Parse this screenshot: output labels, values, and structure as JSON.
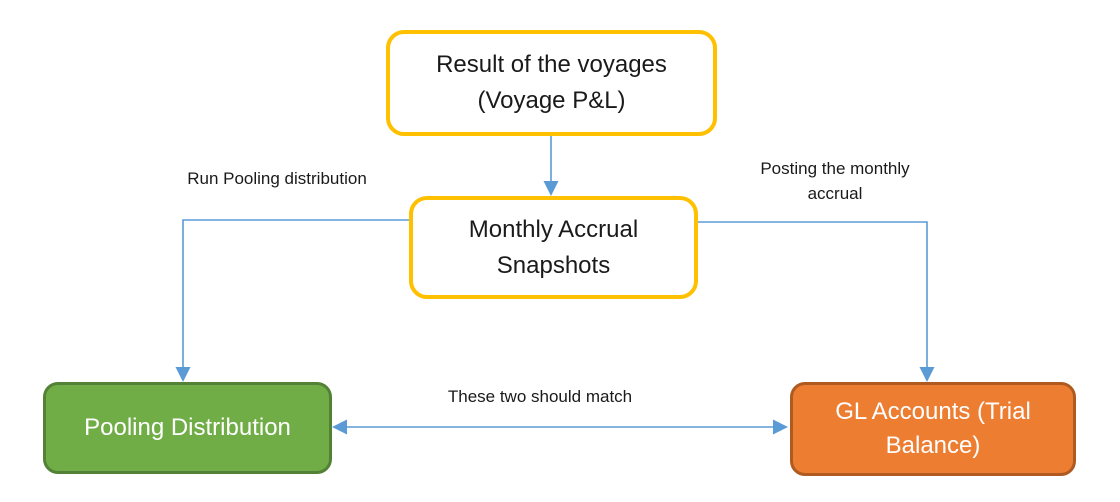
{
  "colors": {
    "accent_yellow": "#FFC000",
    "accent_blue": "#5B9BD5",
    "green_fill": "#70AD47",
    "green_border": "#538135",
    "orange_fill": "#ED7D31",
    "orange_border": "#AE5A21"
  },
  "nodes": {
    "voyage_result": {
      "line1": "Result of the voyages",
      "line2": "(Voyage P&L)"
    },
    "monthly_accrual": {
      "line1": "Monthly Accrual",
      "line2": "Snapshots"
    },
    "pooling_distribution": {
      "line1": "Pooling Distribution"
    },
    "gl_accounts": {
      "line1": "GL Accounts (Trial",
      "line2": "Balance)"
    }
  },
  "edge_labels": {
    "run_pooling": {
      "line1": "Run Pooling distribution"
    },
    "posting_accrual": {
      "line1": "Posting the monthly",
      "line2": "accrual"
    },
    "should_match": {
      "line1": "These two should match"
    }
  }
}
